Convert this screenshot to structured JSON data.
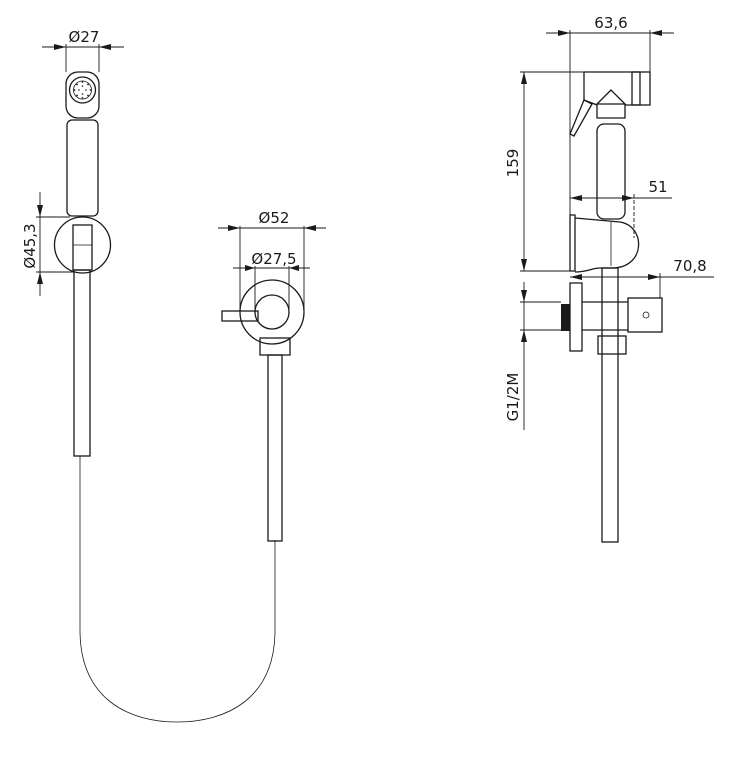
{
  "drawing": {
    "views": [
      "front-view-handset",
      "front-view-valve",
      "side-view-assembly"
    ],
    "line_color": "#1a1a1a",
    "background": "#ffffff"
  },
  "dimensions": {
    "handset_head_diameter": "Ø27",
    "holder_diameter": "Ø45,3",
    "valve_rosette_diameter": "Ø52",
    "valve_body_diameter": "Ø27,5",
    "overall_width": "63,6",
    "overall_height": "159",
    "holder_depth": "51",
    "valve_depth": "70,8",
    "thread": "G1/2M"
  }
}
